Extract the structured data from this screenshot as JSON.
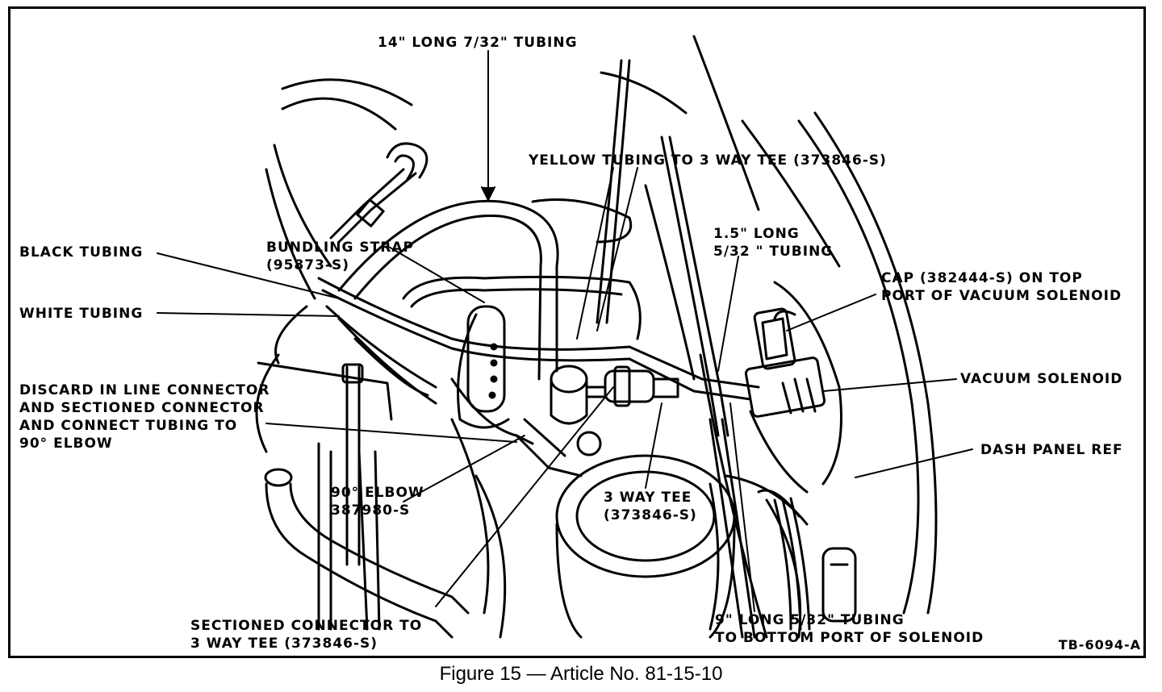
{
  "figure": {
    "caption": "Figure 15 — Article No. 81-15-10",
    "code": "TB-6094-A"
  },
  "labels": {
    "tubing_14in": "14\" LONG 7/32\" TUBING",
    "yellow_tubing": "YELLOW TUBING TO 3 WAY TEE (373846-S)",
    "black_tubing": "BLACK TUBING",
    "bundling_strap_1": "BUNDLING STRAP",
    "bundling_strap_2": "(95873-S)",
    "long_15_1": "1.5\" LONG",
    "long_15_2": "5/32 \" TUBING",
    "cap_1": "CAP (382444-S) ON TOP",
    "cap_2": "PORT OF VACUUM SOLENOID",
    "white_tubing": "WHITE TUBING",
    "vacuum_solenoid": "VACUUM SOLENOID",
    "discard_1": "DISCARD IN LINE CONNECTOR",
    "discard_2": "AND SECTIONED CONNECTOR",
    "discard_3": "AND CONNECT TUBING TO",
    "discard_4": "90° ELBOW",
    "dash_panel": "DASH PANEL REF",
    "elbow_1": "90° ELBOW",
    "elbow_2": "387980-S",
    "tee_1": "3 WAY TEE",
    "tee_2": "(373846-S)",
    "sectioned_1": "SECTIONED CONNECTOR TO",
    "sectioned_2": "3 WAY TEE (373846-S)",
    "nine_long_1": "9\" LONG 5/32\" TUBING",
    "nine_long_2": "TO BOTTOM PORT OF SOLENOID"
  }
}
